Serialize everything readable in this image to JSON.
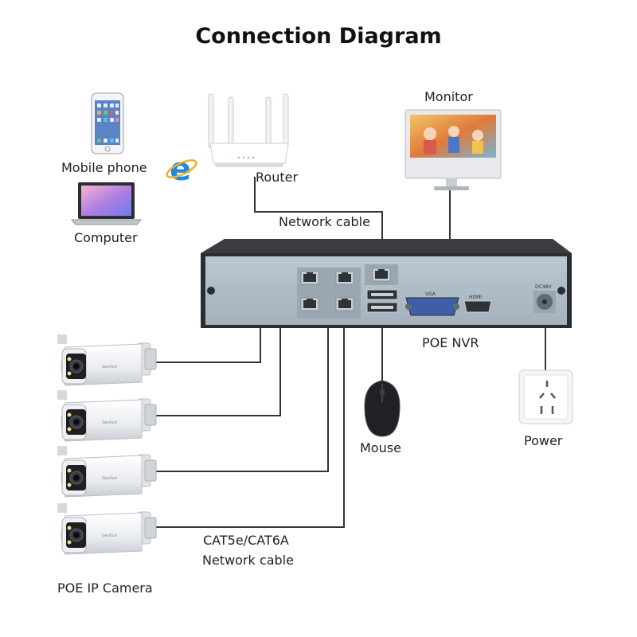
{
  "title": "Connection Diagram",
  "labels": {
    "mobile_phone": "Mobile phone",
    "computer": "Computer",
    "router": "Router",
    "monitor": "Monitor",
    "network_cable_top": "Network cable",
    "nvr": "POE NVR",
    "mouse": "Mouse",
    "power": "Power",
    "cable_type": "CAT5e/CAT6A",
    "network_cable_bottom": "Network cable",
    "camera": "POE IP Camera"
  },
  "nvr_panel": {
    "vga": "VGA",
    "hdmi": "HDMI",
    "dc": "DC48V"
  },
  "colors": {
    "cable": "#333333",
    "nvr_panel": "#aebcc6",
    "nvr_body": "#2b2d31",
    "ie_blue": "#1e88e5"
  },
  "icons": [
    "phone-icon",
    "ie-browser-icon",
    "laptop-icon",
    "router-icon",
    "monitor-icon",
    "mouse-icon",
    "power-outlet-icon",
    "camera-icon"
  ]
}
